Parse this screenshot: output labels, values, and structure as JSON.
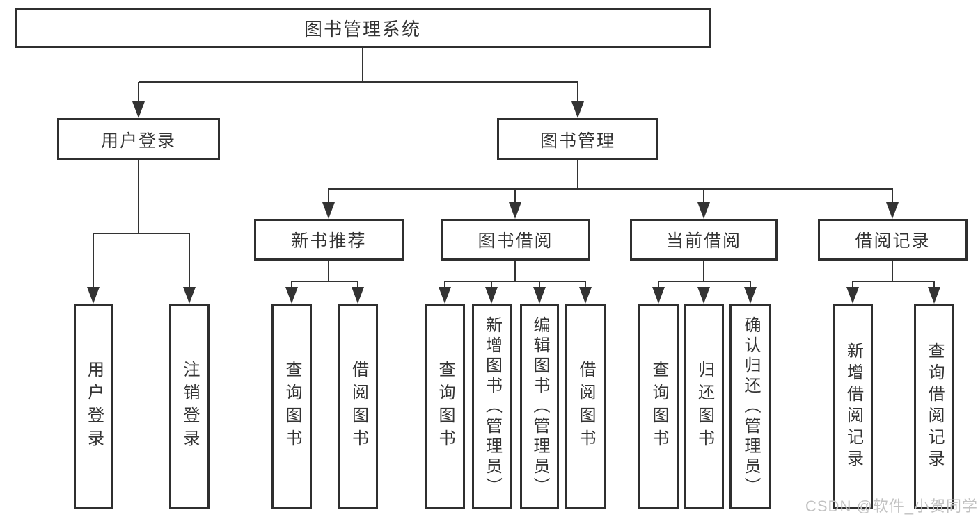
{
  "diagram": {
    "root": {
      "label": "图书管理系统"
    },
    "branches": [
      {
        "label": "用户登录",
        "children": [
          {
            "label": "用户登录"
          },
          {
            "label": "注销登录"
          }
        ]
      },
      {
        "label": "图书管理",
        "children": [
          {
            "label": "新书推荐",
            "children": [
              {
                "label": "查询图书"
              },
              {
                "label": "借阅图书"
              }
            ]
          },
          {
            "label": "图书借阅",
            "children": [
              {
                "label": "查询图书"
              },
              {
                "label": "新增图书（管理员）"
              },
              {
                "label": "编辑图书（管理员）"
              },
              {
                "label": "借阅图书"
              }
            ]
          },
          {
            "label": "当前借阅",
            "children": [
              {
                "label": "查询图书"
              },
              {
                "label": "归还图书"
              },
              {
                "label": "确认归还（管理员）"
              }
            ]
          },
          {
            "label": "借阅记录",
            "children": [
              {
                "label": "新增借阅记录"
              },
              {
                "label": "查询借阅记录"
              }
            ]
          }
        ]
      }
    ]
  },
  "watermark": {
    "text": "CSDN @软件_小贺同学"
  },
  "colors": {
    "line": "#333333",
    "box_border": "#2f2f2f",
    "text": "#333333",
    "watermark": "#c2c2c2",
    "background": "#ffffff"
  }
}
